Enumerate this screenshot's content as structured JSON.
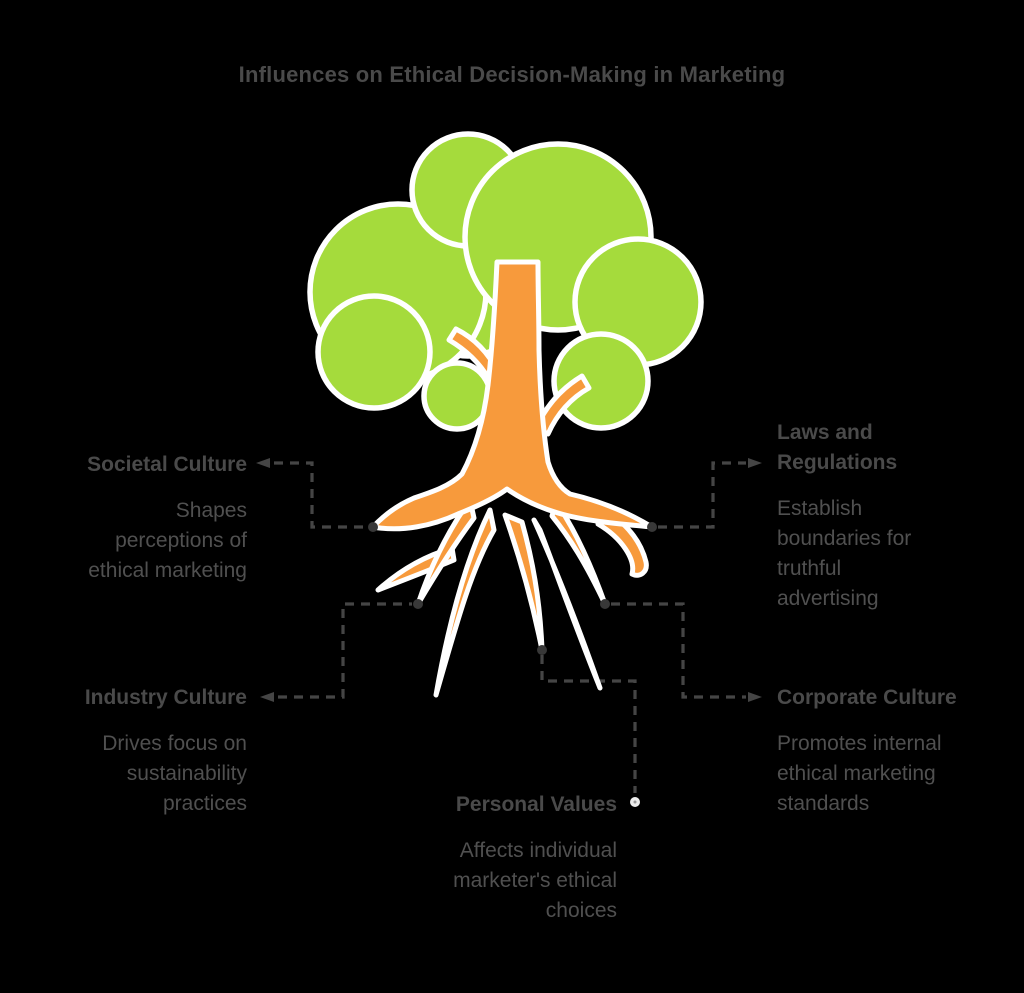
{
  "title": "Influences on Ethical Decision-Making in Marketing",
  "colors": {
    "background": "#000000",
    "canopy_green": "#A5DB3C",
    "trunk_orange": "#F79A3C",
    "outline_white": "#FFFFFF",
    "connector_gray": "#454545",
    "dot_dark": "#383838",
    "dot_light": "#ECECEC",
    "heading_text": "#4A4A4A",
    "body_text": "#505050"
  },
  "illustration": {
    "name": "tree-with-roots",
    "canopy_color_role": "canopy_green",
    "root_color_role": "trunk_orange"
  },
  "callouts": [
    {
      "id": "societal",
      "title": "Societal Culture",
      "description": "Shapes perceptions of ethical marketing",
      "lines": [
        "Shapes",
        "perceptions of",
        "ethical marketing"
      ],
      "side": "left"
    },
    {
      "id": "laws",
      "title": "Laws and Regulations",
      "description": "Establish boundaries for truthful advertising",
      "lines": [
        "Establish",
        "boundaries for",
        "truthful",
        "advertising"
      ],
      "side": "right"
    },
    {
      "id": "industry",
      "title": "Industry Culture",
      "description": "Drives focus on sustainability practices",
      "lines": [
        "Drives focus on",
        "sustainability",
        "practices"
      ],
      "side": "left"
    },
    {
      "id": "corporate",
      "title": "Corporate Culture",
      "description": "Promotes internal ethical marketing standards",
      "lines": [
        "Promotes internal",
        "ethical marketing",
        "standards"
      ],
      "side": "right"
    },
    {
      "id": "personal",
      "title": "Personal Values",
      "description": "Affects individual marketer's ethical choices",
      "lines": [
        "Affects individual",
        "marketer's ethical",
        "choices"
      ],
      "side": "bottom"
    }
  ]
}
